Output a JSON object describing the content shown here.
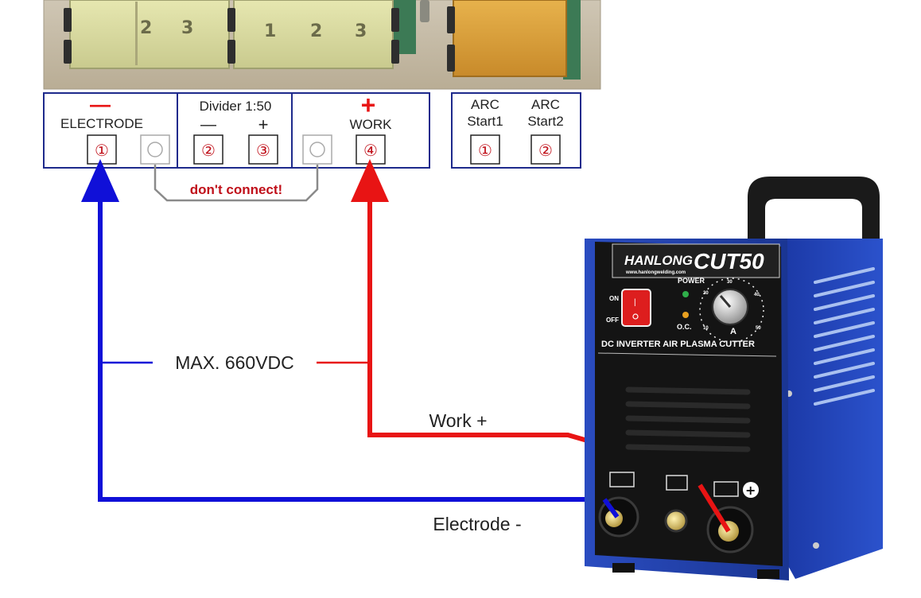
{
  "connector_block": {
    "electrode": {
      "sign": "—",
      "label": "ELECTRODE",
      "pin": "①"
    },
    "divider": {
      "label": "Divider 1:50",
      "minus_sign": "—",
      "plus_sign": "+",
      "pin_minus": "②",
      "pin_plus": "③"
    },
    "work": {
      "sign": "+",
      "label": "WORK",
      "pin": "④"
    },
    "dont_connect": "don't connect!"
  },
  "arc_block": {
    "start1": {
      "label_line1": "ARC",
      "label_line2": "Start1",
      "pin": "①"
    },
    "start2": {
      "label_line1": "ARC",
      "label_line2": "Start2",
      "pin": "②"
    }
  },
  "board_photo": {
    "silk_1": "2",
    "silk_2": "3",
    "silk_3": "1",
    "silk_4": "2",
    "silk_5": "3"
  },
  "wiring": {
    "max_voltage": "MAX. 660VDC",
    "work_label": "Work +",
    "electrode_label": "Electrode -",
    "colors": {
      "negative": "#1010d8",
      "positive": "#e81414",
      "grey": "#8a8a8a",
      "label_red": "#c0101a"
    }
  },
  "plasma_cutter": {
    "brand": "HANLONG",
    "model": "CUT50",
    "website": "www.hanlongwelding.com",
    "power_label": "POWER",
    "on_label": "ON",
    "off_label": "OFF",
    "oc_label": "O.C.",
    "knob_scale": [
      "10",
      "20",
      "30",
      "40",
      "50"
    ],
    "unit": "A",
    "description": "DC INVERTER AIR PLASMA CUTTER",
    "color": "#1d3fae"
  }
}
